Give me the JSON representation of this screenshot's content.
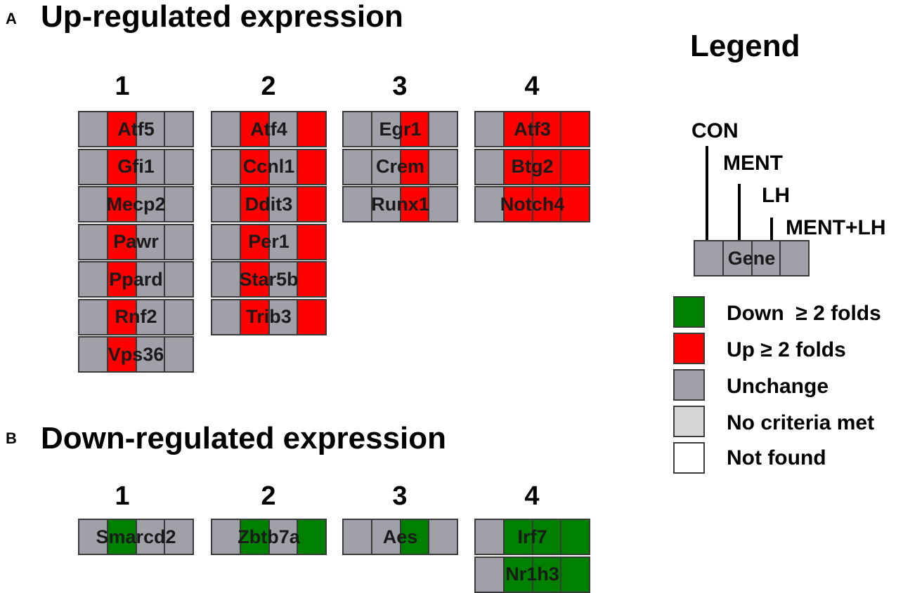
{
  "colors": {
    "up": "#ff0000",
    "down": "#008000",
    "unchanged": "#a0a0a8",
    "no_criteria": "#d6d6d6",
    "not_found": "#ffffff"
  },
  "panel_a": {
    "letter": "A",
    "title": "Up-regulated expression",
    "groups": [
      {
        "label": "1",
        "genes": [
          {
            "name": "Atf5",
            "states": [
              "unchanged",
              "up",
              "unchanged",
              "unchanged"
            ]
          },
          {
            "name": "Gfi1",
            "states": [
              "unchanged",
              "up",
              "unchanged",
              "unchanged"
            ]
          },
          {
            "name": "Mecp2",
            "states": [
              "unchanged",
              "up",
              "unchanged",
              "unchanged"
            ]
          },
          {
            "name": "Pawr",
            "states": [
              "unchanged",
              "up",
              "unchanged",
              "unchanged"
            ]
          },
          {
            "name": "Ppard",
            "states": [
              "unchanged",
              "up",
              "unchanged",
              "unchanged"
            ]
          },
          {
            "name": "Rnf2",
            "states": [
              "unchanged",
              "up",
              "unchanged",
              "unchanged"
            ]
          },
          {
            "name": "Vps36",
            "states": [
              "unchanged",
              "up",
              "unchanged",
              "unchanged"
            ]
          }
        ]
      },
      {
        "label": "2",
        "genes": [
          {
            "name": "Atf4",
            "states": [
              "unchanged",
              "up",
              "unchanged",
              "up"
            ]
          },
          {
            "name": "Ccnl1",
            "states": [
              "unchanged",
              "up",
              "unchanged",
              "up"
            ]
          },
          {
            "name": "Ddit3",
            "states": [
              "unchanged",
              "up",
              "unchanged",
              "up"
            ]
          },
          {
            "name": "Per1",
            "states": [
              "unchanged",
              "up",
              "unchanged",
              "up"
            ]
          },
          {
            "name": "Star5b",
            "states": [
              "unchanged",
              "up",
              "unchanged",
              "up"
            ]
          },
          {
            "name": "Trib3",
            "states": [
              "unchanged",
              "up",
              "unchanged",
              "up"
            ]
          }
        ]
      },
      {
        "label": "3",
        "genes": [
          {
            "name": "Egr1",
            "states": [
              "unchanged",
              "unchanged",
              "up",
              "unchanged"
            ]
          },
          {
            "name": "Crem",
            "states": [
              "unchanged",
              "unchanged",
              "up",
              "unchanged"
            ]
          },
          {
            "name": "Runx1",
            "states": [
              "unchanged",
              "unchanged",
              "up",
              "unchanged"
            ]
          }
        ]
      },
      {
        "label": "4",
        "genes": [
          {
            "name": "Atf3",
            "states": [
              "unchanged",
              "up",
              "up",
              "up"
            ]
          },
          {
            "name": "Btg2",
            "states": [
              "unchanged",
              "up",
              "up",
              "up"
            ]
          },
          {
            "name": "Notch4",
            "states": [
              "unchanged",
              "up",
              "up",
              "up"
            ]
          }
        ]
      }
    ]
  },
  "panel_b": {
    "letter": "B",
    "title": "Down-regulated expression",
    "groups": [
      {
        "label": "1",
        "genes": [
          {
            "name": "Smarcd2",
            "states": [
              "unchanged",
              "down",
              "unchanged",
              "unchanged"
            ]
          }
        ]
      },
      {
        "label": "2",
        "genes": [
          {
            "name": "Zbtb7a",
            "states": [
              "unchanged",
              "down",
              "unchanged",
              "down"
            ]
          }
        ]
      },
      {
        "label": "3",
        "genes": [
          {
            "name": "Aes",
            "states": [
              "unchanged",
              "unchanged",
              "down",
              "unchanged"
            ]
          }
        ]
      },
      {
        "label": "4",
        "genes": [
          {
            "name": "Irf7",
            "states": [
              "unchanged",
              "down",
              "down",
              "down"
            ]
          },
          {
            "name": "Nr1h3",
            "states": [
              "unchanged",
              "down",
              "down",
              "down"
            ]
          }
        ]
      }
    ]
  },
  "legend": {
    "title": "Legend",
    "conditions": [
      "CON",
      "MENT",
      "LH",
      "MENT+LH"
    ],
    "gene_label": "Gene",
    "gene_states": [
      "unchanged",
      "unchanged",
      "unchanged",
      "unchanged"
    ],
    "keys": [
      {
        "state": "down",
        "label": "Down  ≥ 2 folds"
      },
      {
        "state": "up",
        "label": "Up ≥ 2 folds"
      },
      {
        "state": "unchanged",
        "label": "Unchange"
      },
      {
        "state": "no_criteria",
        "label": "No criteria met"
      },
      {
        "state": "not_found",
        "label": "Not found"
      }
    ]
  }
}
